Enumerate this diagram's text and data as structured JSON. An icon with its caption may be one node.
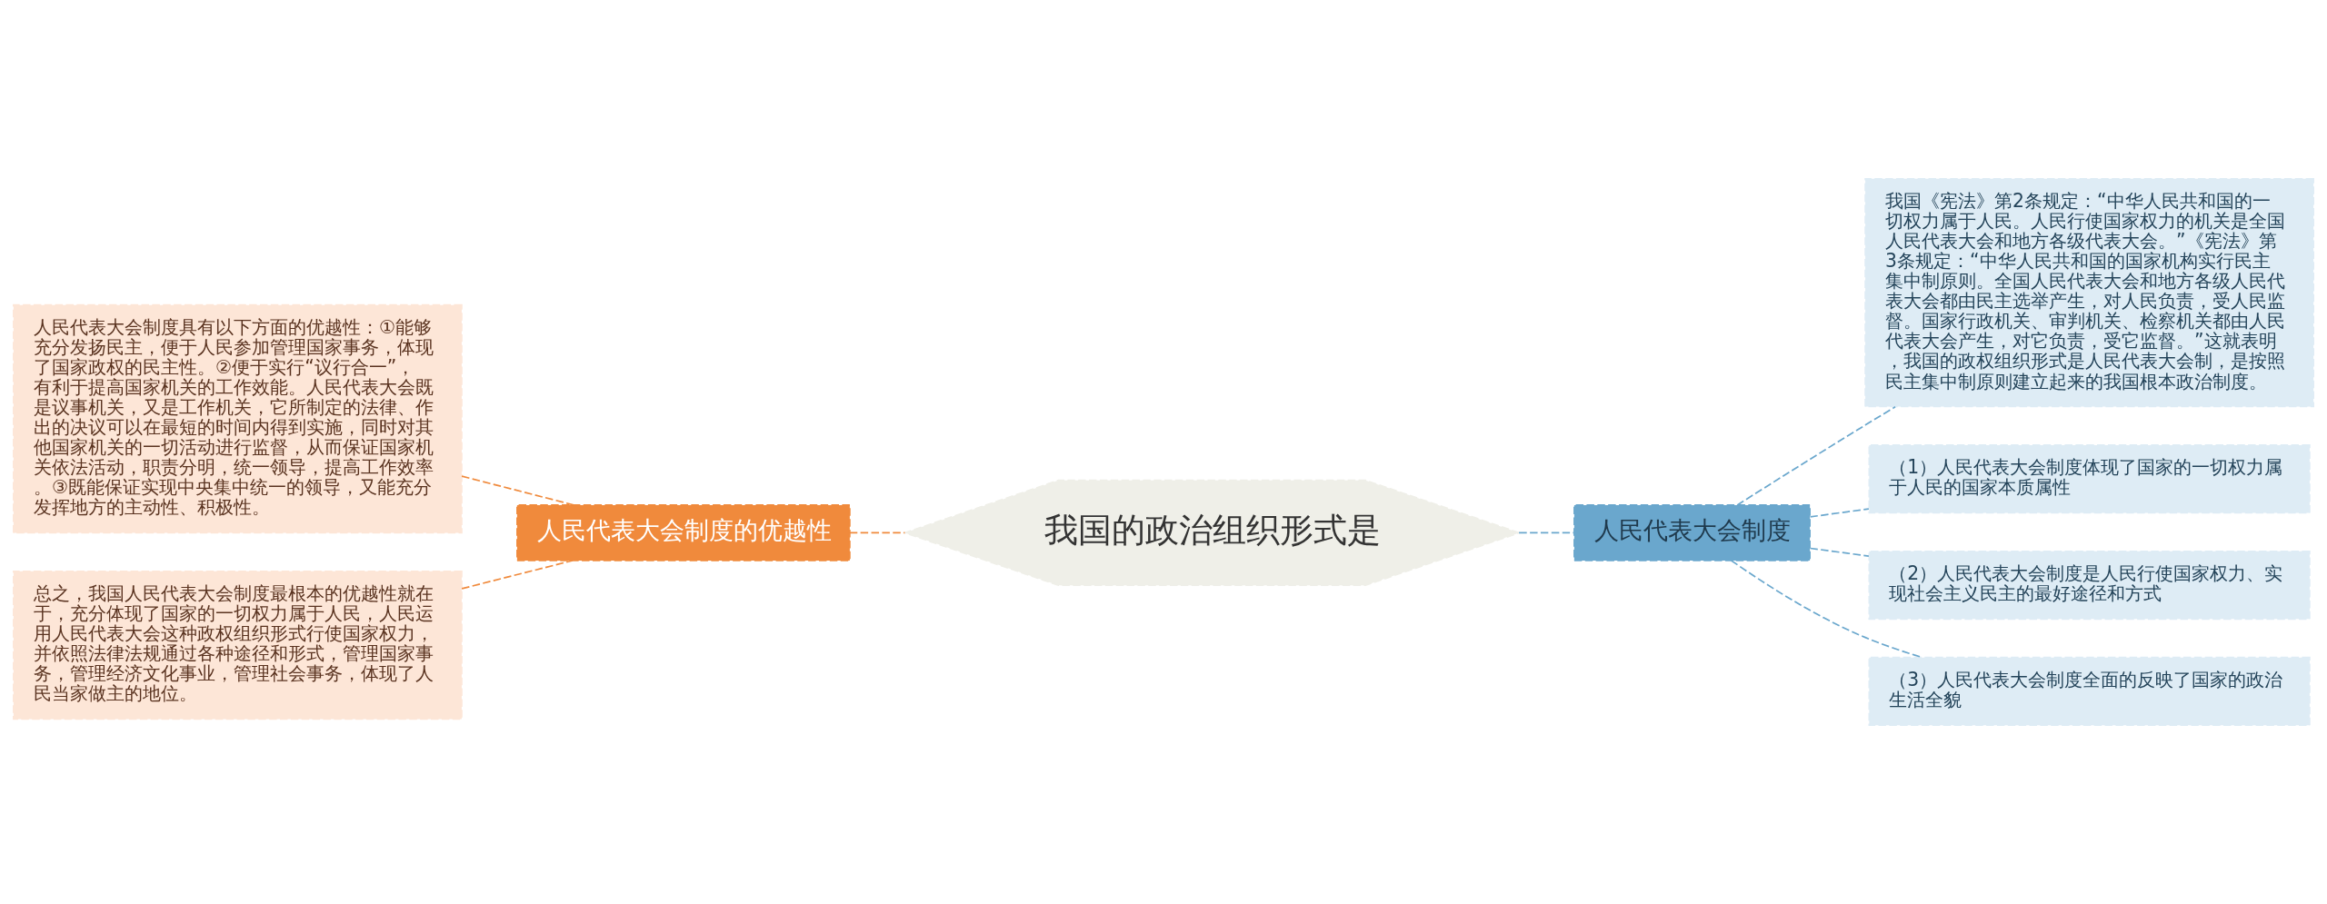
{
  "diagram": {
    "nodes": [
      {
        "text": [
          "我国的政治组织形式是"
        ]
      },
      {
        "text": [
          "人民代表大会制度的优越性"
        ]
      },
      {
        "text": [
          "人民代表大会制度具有以下方面的优越性：①能够充分发扬民主，便于人民参加管理国家事务，体现了国家政权的民主性。②便于实行“议行合一”，有利于提高国家机关的工作效能。人民代表大会既是议事机关，又是工作机关，它所制定的法律、作出的决议可以在最短的时间内得到实施，同时对其他国家机关的一切活动进行监督，从而保证国家机关依法活动，职责分明，统一领导，提高工作效率。③既能保证实现中央集中统一的领导，又能充分发挥地方的主动性、积极性。"
        ]
      },
      {
        "text": [
          "总之，我国人民代表大会制度最根本的优越性就在于，充分体现了国家的一切权力属于人民，人民运用人民代表大会这种政权组织形式行使国家权力，并依照法律法规通过各种途径和形式，管理国家事务，管理经济文化事业，管理社会事务，体现了人民当家做主的地位。"
        ]
      },
      {
        "text": [
          "人民代表大会制度"
        ]
      },
      {
        "text": [
          "我国《宪法》第2条规定：“中华人民共和国的一切权力属于人民。人民行使国家权力的机关是全国人民代表大会和地方各级代表大会。”《宪法》第3条规定：“中华人民共和国的国家机构实行民主集中制原则。全国人民代表大会和地方各级人民代表大会都由民主选举产生，对人民负责，受人民监督。国家行政机关、审判机关、检察机关都由人民代表大会产生，对它负责，受它监督。”这就表明，我国的政权组织形式是人民代表大会制，是按照民主集中制原则建立起来的我国根本政治制度。"
        ]
      },
      {
        "text": [
          "（1）人民代表大会制度体现了国家的一切权力属于人民的国家本质属性"
        ]
      },
      {
        "text": [
          "（2）人民代表大会制度是人民行使国家权力、实现社会主义民主的最好途径和方式"
        ]
      },
      {
        "text": [
          "（3）人民代表大会制度全面的反映了国家的政治生活全貌"
        ]
      }
    ],
    "edges": [
      {
        "from": 1,
        "to": 0,
        "arrow": "none",
        "style": "dashed",
        "color": "#f08a3c"
      },
      {
        "from": 2,
        "to": 1,
        "arrow": "none",
        "style": "dashed",
        "color": "#f08a3c"
      },
      {
        "from": 3,
        "to": 1,
        "arrow": "none",
        "style": "dashed",
        "color": "#f08a3c"
      },
      {
        "from": 0,
        "to": 4,
        "arrow": "none",
        "style": "dashed",
        "color": "#6aa7cd"
      },
      {
        "from": 4,
        "to": 5,
        "arrow": "none",
        "style": "dashed",
        "color": "#6aa7cd"
      },
      {
        "from": 4,
        "to": 6,
        "arrow": "none",
        "style": "dashed",
        "color": "#6aa7cd"
      },
      {
        "from": 4,
        "to": 7,
        "arrow": "none",
        "style": "dashed",
        "color": "#6aa7cd"
      },
      {
        "from": 4,
        "to": 8,
        "arrow": "none",
        "style": "dashed",
        "color": "#6aa7cd"
      }
    ]
  }
}
